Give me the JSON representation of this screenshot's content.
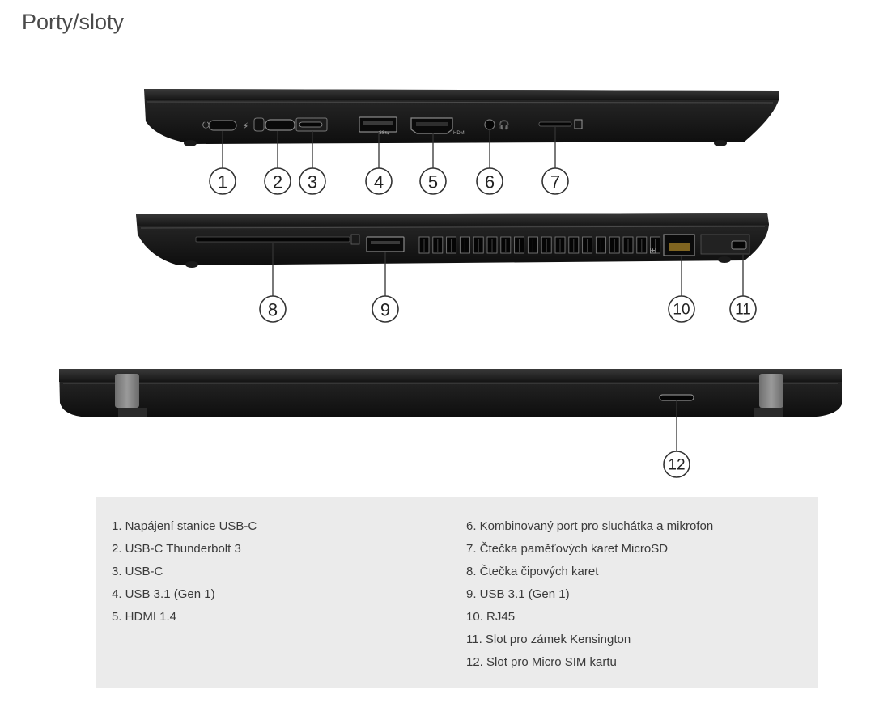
{
  "page": {
    "title": "Porty/sloty"
  },
  "callouts": [
    "1",
    "2",
    "3",
    "4",
    "5",
    "6",
    "7",
    "8",
    "9",
    "10",
    "11",
    "12"
  ],
  "port_labels": {
    "hdmi": "HDMI"
  },
  "legend": {
    "left": [
      "1. Napájení stanice USB-C",
      "2. USB-C Thunderbolt 3",
      "3. USB-C",
      "4. USB 3.1 (Gen 1)",
      "5. HDMI 1.4"
    ],
    "right": [
      "6. Kombinovaný port pro sluchátka a mikrofon",
      "7. Čtečka paměťových karet MicroSD",
      "8. Čtečka čipových karet",
      "9. USB 3.1 (Gen 1)",
      "10. RJ45",
      "11. Slot pro zámek Kensington",
      "12. Slot pro Micro SIM kartu"
    ]
  }
}
